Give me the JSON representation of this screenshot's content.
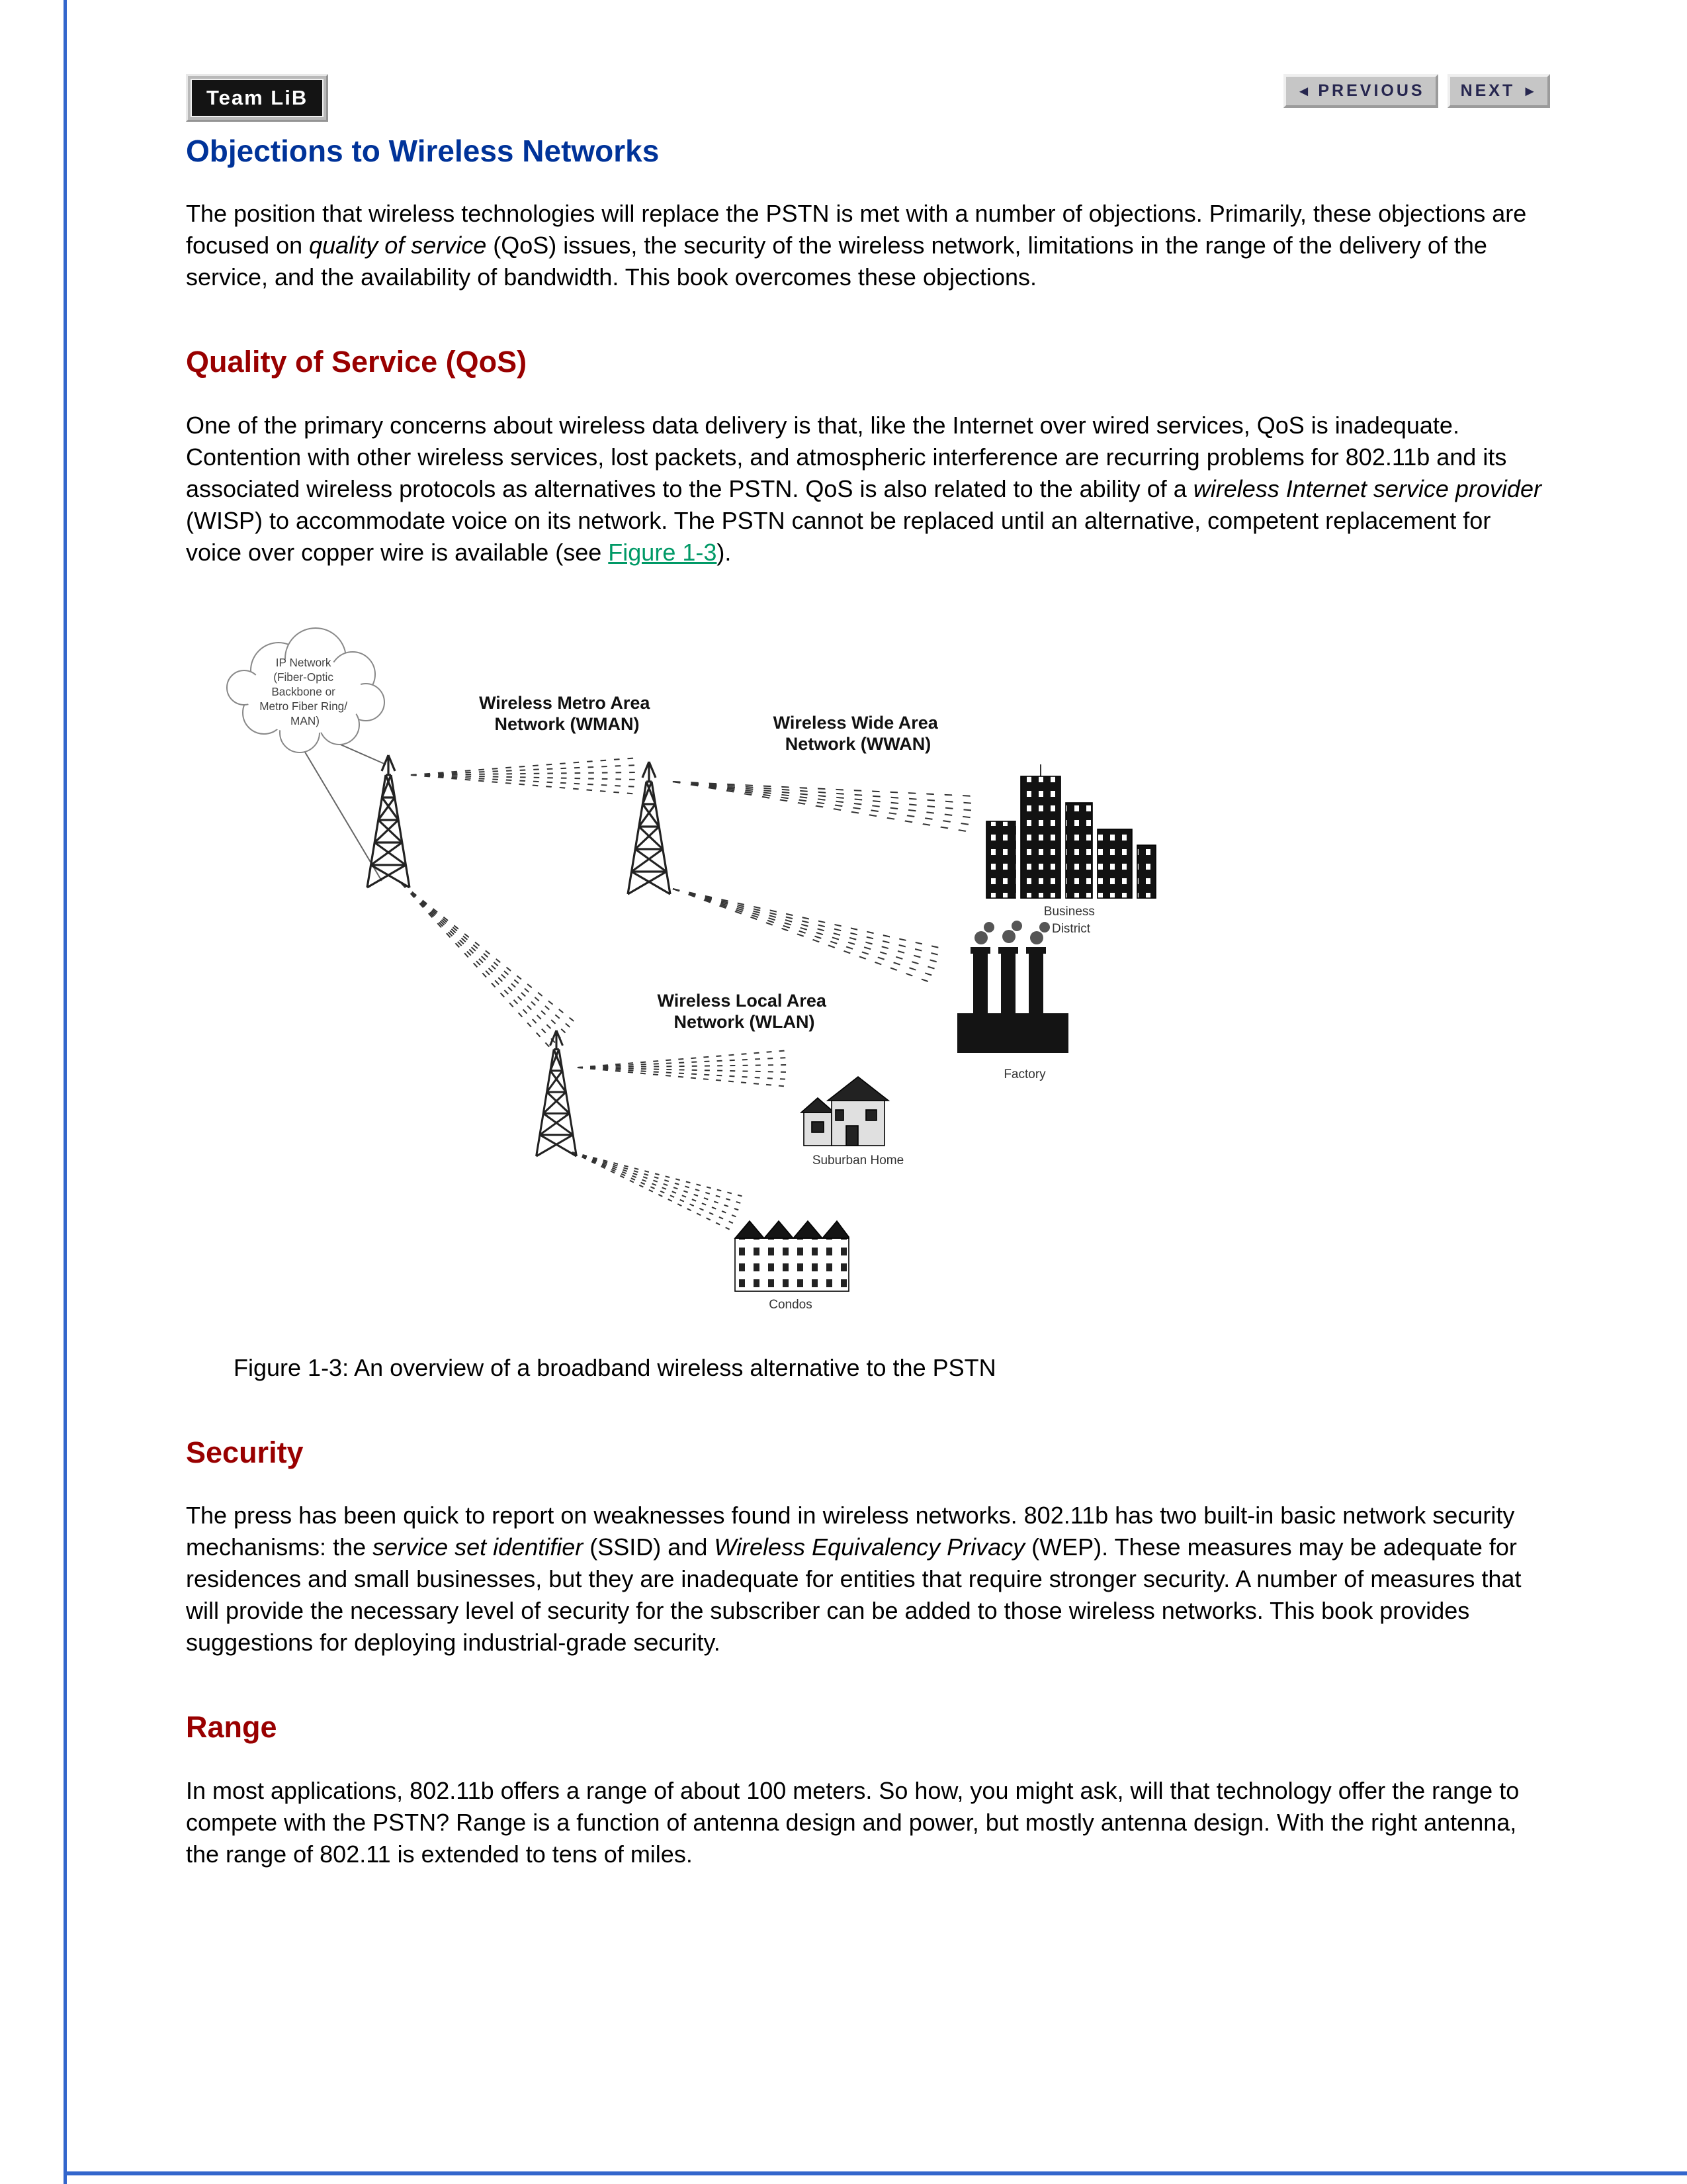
{
  "colors": {
    "title_blue": "#003399",
    "heading_red": "#990000",
    "link_green": "#009966",
    "frame_blue": "#3366cc",
    "button_grey": "#c6c6c6"
  },
  "header": {
    "team_lib": "Team LiB",
    "prev_arrow": "◄",
    "previous": "PREVIOUS",
    "next": "NEXT",
    "next_arrow": "►"
  },
  "title": "Objections to Wireless Networks",
  "intro": {
    "parts": [
      "The position that wireless technologies will replace the PSTN is met with a number of objections. Primarily, these objections are focused on ",
      "quality of service",
      " (QoS) issues, the security of the wireless network, limitations in the range of the delivery of the service, and the availability of bandwidth. This book overcomes these objections."
    ]
  },
  "qos": {
    "heading": "Quality of Service (QoS)",
    "parts": [
      "One of the primary concerns about wireless data delivery is that, like the Internet over wired services, QoS is inadequate. Contention with other wireless services, lost packets, and atmospheric interference are recurring problems for 802.11b and its associated wireless protocols as alternatives to the PSTN. QoS is also related to the ability of a ",
      "wireless Internet service provider",
      " (WISP) to accommodate voice on its network. The PSTN cannot be replaced until an alternative, competent replacement for voice over copper wire is available (see ",
      "Figure 1-3",
      ")."
    ]
  },
  "figure": {
    "cloud_lines": [
      "IP Network",
      "(Fiber-Optic",
      "Backbone or",
      "Metro Fiber Ring/",
      "MAN)"
    ],
    "wman_lines": [
      "Wireless Metro Area",
      "Network (WMAN)"
    ],
    "wwan_lines": [
      "Wireless Wide Area",
      "Network (WWAN)"
    ],
    "wlan_lines": [
      "Wireless Local Area",
      "Network (WLAN)"
    ],
    "business_lines": [
      "Business",
      "District"
    ],
    "factory_label": "Factory",
    "home_label": "Suburban Home",
    "condos_label": "Condos",
    "caption": "Figure 1-3: An overview of a broadband wireless alternative to the PSTN"
  },
  "security": {
    "heading": "Security",
    "parts": [
      "The press has been quick to report on weaknesses found in wireless networks. 802.11b has two built-in basic network security mechanisms: the ",
      "service set identifier",
      " (SSID) and ",
      "Wireless Equivalency Privacy",
      " (WEP). These measures may be adequate for residences and small businesses, but they are inadequate for entities that require stronger security. A number of measures that will provide the necessary level of security for the subscriber can be added to those wireless networks. This book provides suggestions for deploying industrial-grade security."
    ]
  },
  "range": {
    "heading": "Range",
    "text": "In most applications, 802.11b offers a range of about 100 meters. So how, you might ask, will that technology offer the range to compete with the PSTN? Range is a function of antenna design and power, but mostly antenna design. With the right antenna, the range of 802.11 is extended to tens of miles."
  }
}
